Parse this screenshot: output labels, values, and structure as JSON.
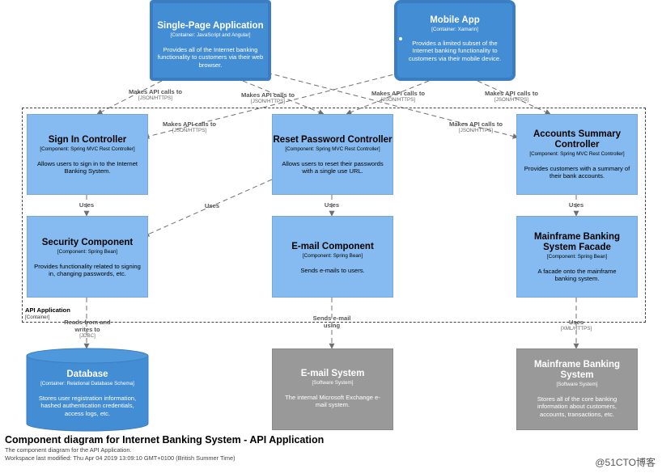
{
  "boxes": {
    "spa": {
      "title": "Single-Page Application",
      "tech": "[Container: JavaScript and Angular]",
      "desc": "Provides all of the Internet banking functionality to customers via their web browser."
    },
    "mobile": {
      "title": "Mobile App",
      "tech": "[Container: Xamarin]",
      "desc": "Provides a limited subset of the Internet banking functionality to customers via their mobile device."
    },
    "signin": {
      "title": "Sign In Controller",
      "tech": "[Component: Spring MVC Rest Controller]",
      "desc": "Allows users to sign in to the Internet Banking System."
    },
    "reset": {
      "title": "Reset Password Controller",
      "tech": "[Component: Spring MVC Rest Controller]",
      "desc": "Allows users to reset their passwords with a single use URL."
    },
    "accounts": {
      "title": "Accounts Summary Controller",
      "tech": "[Component: Spring MVC Rest Controller]",
      "desc": "Provides customers with a summary of their bank accounts."
    },
    "security": {
      "title": "Security Component",
      "tech": "[Component: Spring Bean]",
      "desc": "Provides functionality related to signing in, changing passwords, etc."
    },
    "email": {
      "title": "E-mail Component",
      "tech": "[Component: Spring Bean]",
      "desc": "Sends e-mails to users."
    },
    "facade": {
      "title": "Mainframe Banking System Facade",
      "tech": "[Component: Spring Bean]",
      "desc": "A facade onto the mainframe banking system."
    },
    "database": {
      "title": "Database",
      "tech": "[Container: Relational Database Schema]",
      "desc": "Stores user registration information, hashed authentication credentials, access logs, etc."
    },
    "emailsys": {
      "title": "E-mail System",
      "tech": "[Software System]",
      "desc": "The internal Microsoft Exchange e-mail system."
    },
    "mainframe": {
      "title": "Mainframe Banking System",
      "tech": "[Software System]",
      "desc": "Stores all of the core banking information about customers, accounts, transactions, etc."
    }
  },
  "edges": {
    "api1": {
      "label": "Makes API calls to",
      "tech": "[JSON/HTTPS]"
    },
    "api2": {
      "label": "Makes API calls to",
      "tech": "[JSON/HTTPS]"
    },
    "api3": {
      "label": "Makes API calls to",
      "tech": "[JSON/HTTPS]"
    },
    "api4": {
      "label": "Makes API calls to",
      "tech": "[JSON/HTTPS]"
    },
    "api5": {
      "label": "Makes API calls to",
      "tech": "[JSON/HTTPS]"
    },
    "api6": {
      "label": "Makes API calls to",
      "tech": "[JSON/HTTPS]"
    },
    "uses1": {
      "label": "Uses"
    },
    "uses2": {
      "label": "Uses"
    },
    "uses3": {
      "label": "Uses"
    },
    "uses4": {
      "label": "Uses"
    },
    "db": {
      "label": "Reads from and writes to",
      "tech": "[JDBC]"
    },
    "mail": {
      "label": "Sends e-mail using"
    },
    "mf": {
      "label": "Uses",
      "tech": "[XML/HTTPS]"
    }
  },
  "boundary": {
    "name": "API Application",
    "type": "[Container]"
  },
  "footer": {
    "title": "Component diagram for Internet Banking System - API Application",
    "subtitle": "The component diagram for the API Application.",
    "modified": "Workspace last modified: Thu Apr 04 2019 13:09:10 GMT+0100 (British Summer Time)"
  },
  "watermark": "@51CTO博客",
  "colors": {
    "component": "#85bbf0",
    "container": "#438dd5",
    "external": "#999999",
    "line": "#707070"
  }
}
